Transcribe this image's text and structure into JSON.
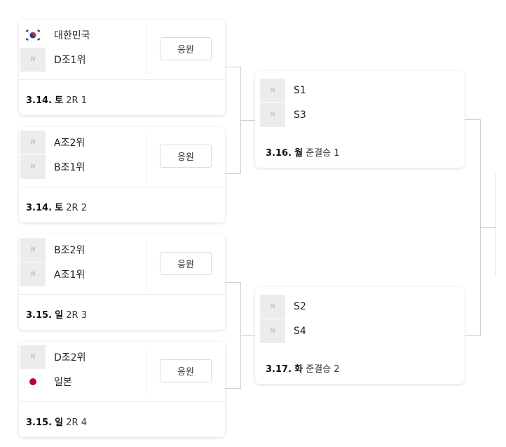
{
  "cheer_label": "응원",
  "round2": [
    {
      "team1": {
        "name": "대한민국",
        "logo": "korea-flag-icon"
      },
      "team2": {
        "name": "D조1위",
        "logo": "placeholder-logo-icon"
      },
      "date": "3.14.",
      "day": "토",
      "round": "2R 1"
    },
    {
      "team1": {
        "name": "A조2위",
        "logo": "placeholder-logo-icon"
      },
      "team2": {
        "name": "B조1위",
        "logo": "placeholder-logo-icon"
      },
      "date": "3.14.",
      "day": "토",
      "round": "2R 2"
    },
    {
      "team1": {
        "name": "B조2위",
        "logo": "placeholder-logo-icon"
      },
      "team2": {
        "name": "A조1위",
        "logo": "placeholder-logo-icon"
      },
      "date": "3.15.",
      "day": "일",
      "round": "2R 3"
    },
    {
      "team1": {
        "name": "D조2위",
        "logo": "placeholder-logo-icon"
      },
      "team2": {
        "name": "일본",
        "logo": "japan-flag-icon"
      },
      "date": "3.15.",
      "day": "일",
      "round": "2R 4"
    }
  ],
  "semifinals": [
    {
      "team1": {
        "name": "S1",
        "logo": "placeholder-logo-icon"
      },
      "team2": {
        "name": "S3",
        "logo": "placeholder-logo-icon"
      },
      "date": "3.16.",
      "day": "월",
      "round": "준결승 1"
    },
    {
      "team1": {
        "name": "S2",
        "logo": "placeholder-logo-icon"
      },
      "team2": {
        "name": "S4",
        "logo": "placeholder-logo-icon"
      },
      "date": "3.17.",
      "day": "화",
      "round": "준결승 2"
    }
  ],
  "placeholder_logo_text": "N",
  "colors": {
    "korea_red": "#cd2e3a",
    "korea_blue": "#0047a0",
    "japan_red": "#bc002d",
    "line": "#cfcfcf"
  }
}
